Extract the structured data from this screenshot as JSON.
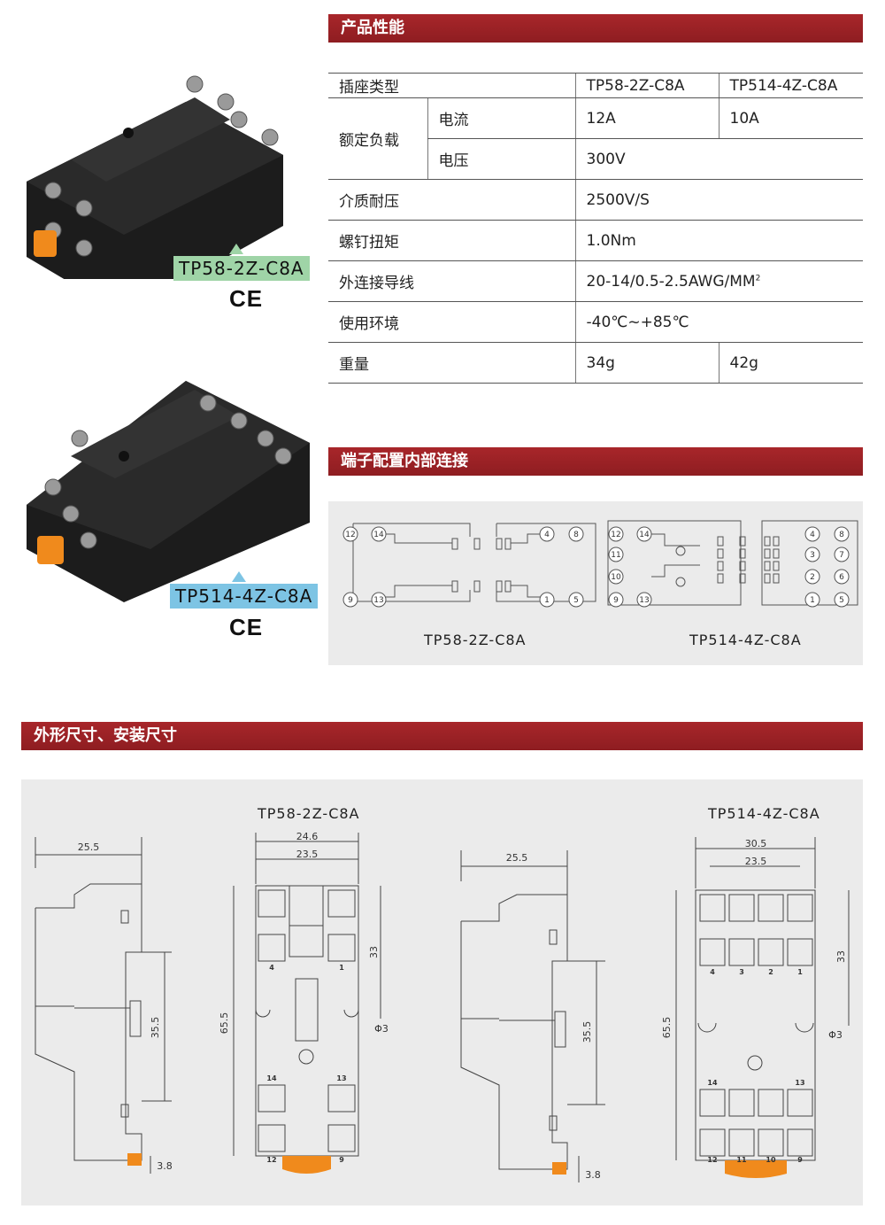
{
  "sections": {
    "performance": "产品性能",
    "terminal": "端子配置内部连接",
    "dimensions": "外形尺寸、安装尺寸"
  },
  "products": {
    "model_a": "TP58-2Z-C8A",
    "model_b": "TP514-4Z-C8A",
    "cert": "CE"
  },
  "spec_table": {
    "header": [
      "插座类型",
      "TP58-2Z-C8A",
      "TP514-4Z-C8A"
    ],
    "rated_load": "额定负载",
    "current_label": "电流",
    "current_a": "12A",
    "current_b": "10A",
    "voltage_label": "电压",
    "voltage": "300V",
    "dielectric_label": "介质耐压",
    "dielectric": "2500V/S",
    "torque_label": "螺钉扭矩",
    "torque": "1.0Nm",
    "wire_label": "外连接导线",
    "wire": "20-14/0.5-2.5AWG/MM",
    "wire_sup": "2",
    "env_label": "使用环境",
    "env": "-40℃~+85℃",
    "weight_label": "重量",
    "weight_a": "34g",
    "weight_b": "42g"
  },
  "wiring": {
    "label_a": "TP58-2Z-C8A",
    "label_b": "TP514-4Z-C8A",
    "pins_a": [
      "12",
      "14",
      "4",
      "8",
      "9",
      "13",
      "1",
      "5"
    ],
    "pins_b": [
      "12",
      "14",
      "11",
      "10",
      "9",
      "13",
      "4",
      "8",
      "3",
      "7",
      "2",
      "6",
      "1",
      "5"
    ]
  },
  "dims": {
    "title_a": "TP58-2Z-C8A",
    "title_b": "TP514-4Z-C8A",
    "side_width": "25.5",
    "side_height": "35.5",
    "rail": "3.8",
    "a_outer": "24.6",
    "a_inner": "23.5",
    "a_height": "65.5",
    "a_span": "33",
    "hole": "Φ3",
    "b_outer": "30.5",
    "b_inner": "23.5",
    "b_height": "65.5",
    "b_span": "33",
    "a_term_labels": [
      "4",
      "1",
      "14",
      "13",
      "12",
      "9"
    ],
    "b_term_labels": [
      "4",
      "3",
      "2",
      "1",
      "14",
      "13",
      "12",
      "11",
      "10",
      "9"
    ]
  },
  "colors": {
    "bar": "#a8262a",
    "tag_a": "#9fd4a7",
    "tag_b": "#7dc4e4",
    "panel": "#ebebeb",
    "orange": "#f08a1c"
  }
}
